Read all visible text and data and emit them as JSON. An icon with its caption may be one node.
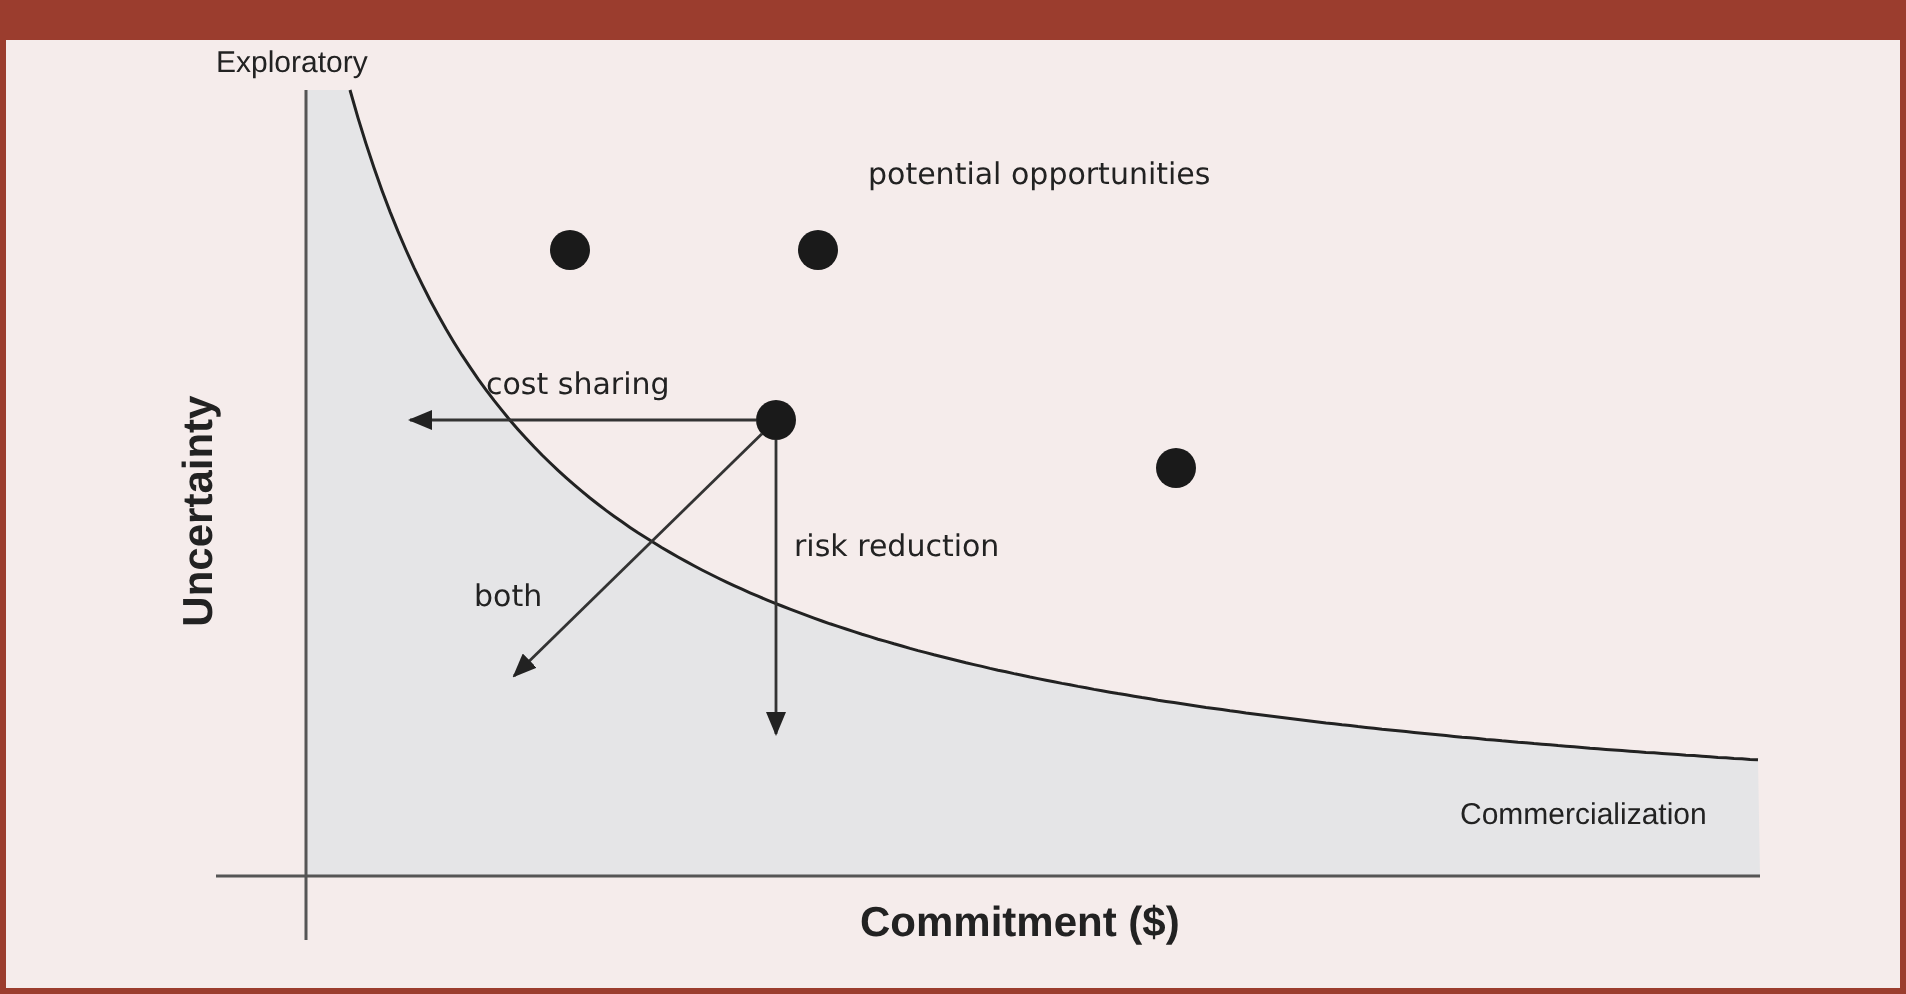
{
  "diagram": {
    "nodes": [
      {
        "text": [],
        "shape": "circle"
      },
      {
        "text": [],
        "shape": "circle"
      },
      {
        "text": [],
        "shape": "circle"
      },
      {
        "text": [],
        "shape": "circle"
      }
    ],
    "edges": [
      {
        "from": 1,
        "to": null,
        "arrow": "to",
        "label": "cost sharing"
      },
      {
        "from": 1,
        "to": null,
        "arrow": "to",
        "label": "both"
      },
      {
        "from": 1,
        "to": null,
        "arrow": "to",
        "label": "risk reduction"
      }
    ],
    "labels": [
      "Exploratory",
      "potential opportunities",
      "Uncertainty",
      "Commercialization",
      "Commitment ($)"
    ]
  }
}
